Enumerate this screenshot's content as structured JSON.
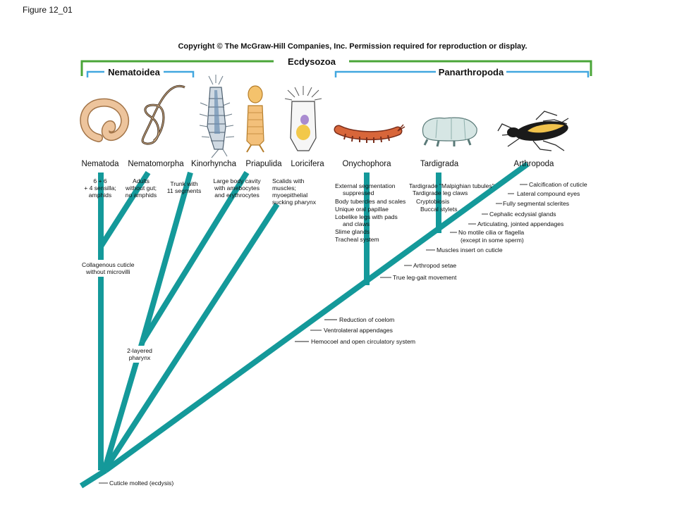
{
  "figure_label": "Figure 12_01",
  "copyright": "Copyright © The McGraw-Hill Companies, Inc. Permission required for reproduction or display.",
  "groups": {
    "ecdysozoa": "Ecdysozoa",
    "nematoidea": "Nematoidea",
    "panarthropoda": "Panarthropoda"
  },
  "taxa": [
    "Nematoda",
    "Nematomorpha",
    "Kinorhyncha",
    "Priapulida",
    "Loricifera",
    "Onychophora",
    "Tardigrada",
    "Arthropoda"
  ],
  "taxon_notes": {
    "nematoda": [
      "6 + 6",
      "+ 4 sensilla;",
      "amphids"
    ],
    "nematomorpha": [
      "Adults",
      "without gut;",
      "no amphids"
    ],
    "kinorhyncha": [
      "Trunk with",
      "11 segments"
    ],
    "priapulida": [
      "Large body cavity",
      "with amebocytes",
      "and erythrocytes"
    ],
    "loricifera": [
      "Scalids with",
      "muscles;",
      "myoepithelial",
      "sucking pharynx"
    ],
    "onychophora": [
      "External segmentation",
      "suppressed",
      "Body tubercles and scales",
      "Unique oral papillae",
      "Lobelike legs with pads",
      "and claws",
      "Slime glands",
      "Tracheal system"
    ],
    "tardigrada": [
      "Tardigrade \"Malpighian tubules\"",
      "Tardigrade leg claws",
      "Cryptobiosis",
      "Buccal stylets"
    ]
  },
  "arthropoda_traits": [
    "Calcification of cuticle",
    "Lateral compound eyes",
    "Fully segmental sclerites",
    "Cephalic ecdysial glands",
    "Articulating, jointed appendages",
    "No motile cilia or flagella",
    "(except in some sperm)",
    "Muscles insert on cuticle"
  ],
  "panarthropod_traits": [
    "Arthropod setae",
    "True leg-gait movement"
  ],
  "trunk_traits": [
    "Reduction of coelom",
    "Ventrolateral appendages",
    "Hemocoel and open circulatory system"
  ],
  "node_labels": {
    "collagenous": [
      "Collagenous cuticle",
      "without microvilli"
    ],
    "pharynx": [
      "2-layered",
      "pharynx"
    ],
    "root": "Cuticle molted (ecdysis)"
  },
  "colors": {
    "branch": "#14999a",
    "ecdysozoa_bracket": "#4aa538",
    "subgroup_bracket": "#42a7df"
  }
}
